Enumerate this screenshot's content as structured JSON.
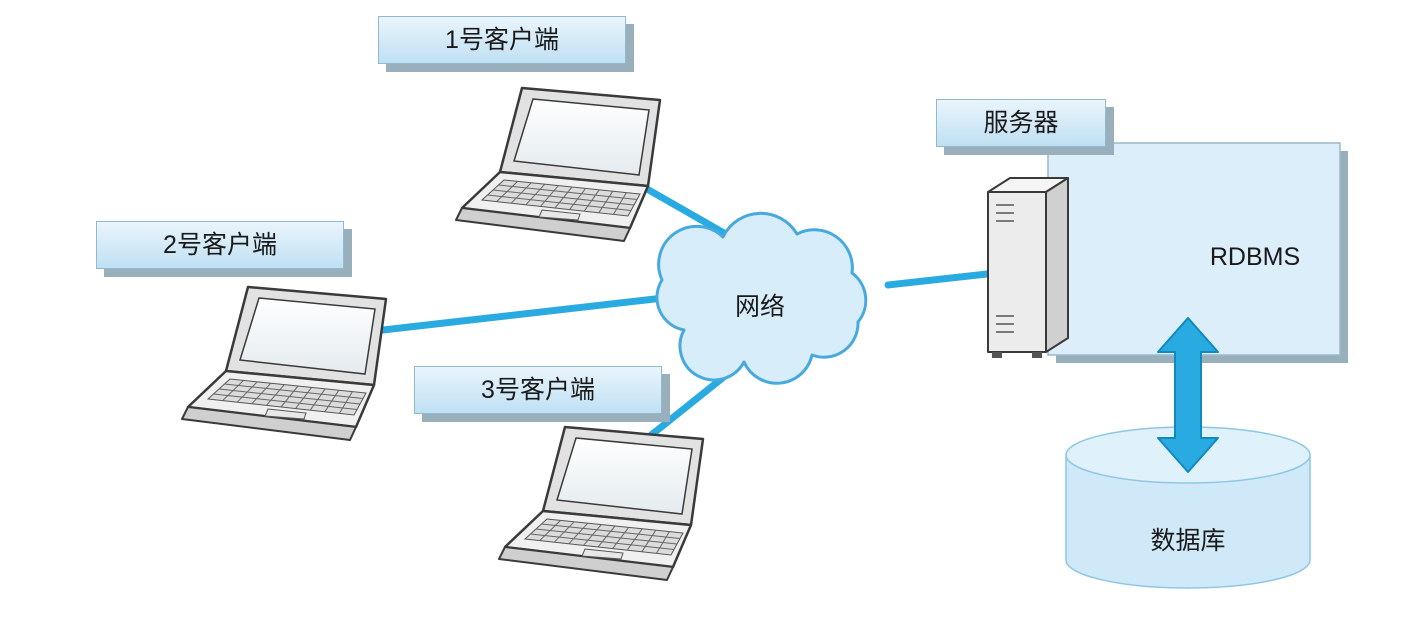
{
  "diagram": {
    "nodes": {
      "client1": {
        "label": "1号客户端",
        "icon": "laptop-icon"
      },
      "client2": {
        "label": "2号客户端",
        "icon": "laptop-icon"
      },
      "client3": {
        "label": "3号客户端",
        "icon": "laptop-icon"
      },
      "network": {
        "label": "网络",
        "icon": "cloud-icon"
      },
      "server": {
        "label": "服务器",
        "icon": "server-tower-icon"
      },
      "rdbms": {
        "label": "RDBMS",
        "icon": "box-node"
      },
      "database": {
        "label": "数据库",
        "icon": "database-cylinder-icon"
      }
    },
    "connections": [
      {
        "from": "client1",
        "to": "network",
        "style": "line"
      },
      {
        "from": "client2",
        "to": "network",
        "style": "line"
      },
      {
        "from": "client3",
        "to": "network",
        "style": "line"
      },
      {
        "from": "network",
        "to": "server",
        "style": "line"
      },
      {
        "from": "rdbms",
        "to": "database",
        "style": "double-headed-arrow"
      }
    ],
    "colors": {
      "connection_line": "#29abe2",
      "arrow_fill": "#29abe2",
      "arrow_stroke": "#1088c0",
      "cloud_fill": "#d7edfa",
      "cloud_stroke": "#47a9dd",
      "label_box_fill_top": "#eaf5fc",
      "label_box_fill_bottom": "#bfe0f3",
      "hard_shadow": "#9aafbc",
      "rdbms_fill": "#dbeefa",
      "rdbms_stroke": "#9bb9cb",
      "cylinder_fill": "#cfe9f8",
      "cylinder_top_fill": "#dff1fb",
      "cylinder_stroke": "#8fc6e6",
      "device_stroke": "#3a3a3a",
      "text": "#1a1a1a"
    }
  }
}
